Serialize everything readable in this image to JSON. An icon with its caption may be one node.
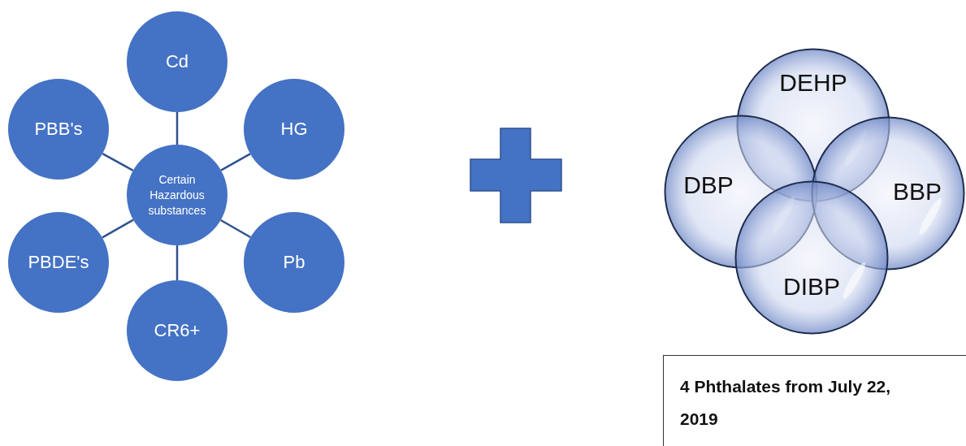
{
  "diagram": {
    "nodes": [
      {
        "text": [
          "Certain Hazardous substances"
        ]
      },
      {
        "text": [
          "Cd"
        ]
      },
      {
        "text": [
          "HG"
        ]
      },
      {
        "text": [
          "Pb"
        ]
      },
      {
        "text": [
          "CR6+"
        ]
      },
      {
        "text": [
          "PBDE's"
        ]
      },
      {
        "text": [
          "PBB's"
        ]
      },
      {
        "text": [
          "DEHP"
        ]
      },
      {
        "text": [
          "DBP"
        ]
      },
      {
        "text": [
          "BBP"
        ]
      },
      {
        "text": [
          "DIBP"
        ]
      },
      {
        "text": [
          "4 Phthalates from July 22, 2019"
        ]
      }
    ],
    "edges": [
      {
        "from": 0,
        "to": 1,
        "arrow": "none"
      },
      {
        "from": 0,
        "to": 2,
        "arrow": "none"
      },
      {
        "from": 0,
        "to": 3,
        "arrow": "none"
      },
      {
        "from": 0,
        "to": 4,
        "arrow": "none"
      },
      {
        "from": 0,
        "to": 5,
        "arrow": "none"
      },
      {
        "from": 0,
        "to": 6,
        "arrow": "none"
      }
    ]
  }
}
